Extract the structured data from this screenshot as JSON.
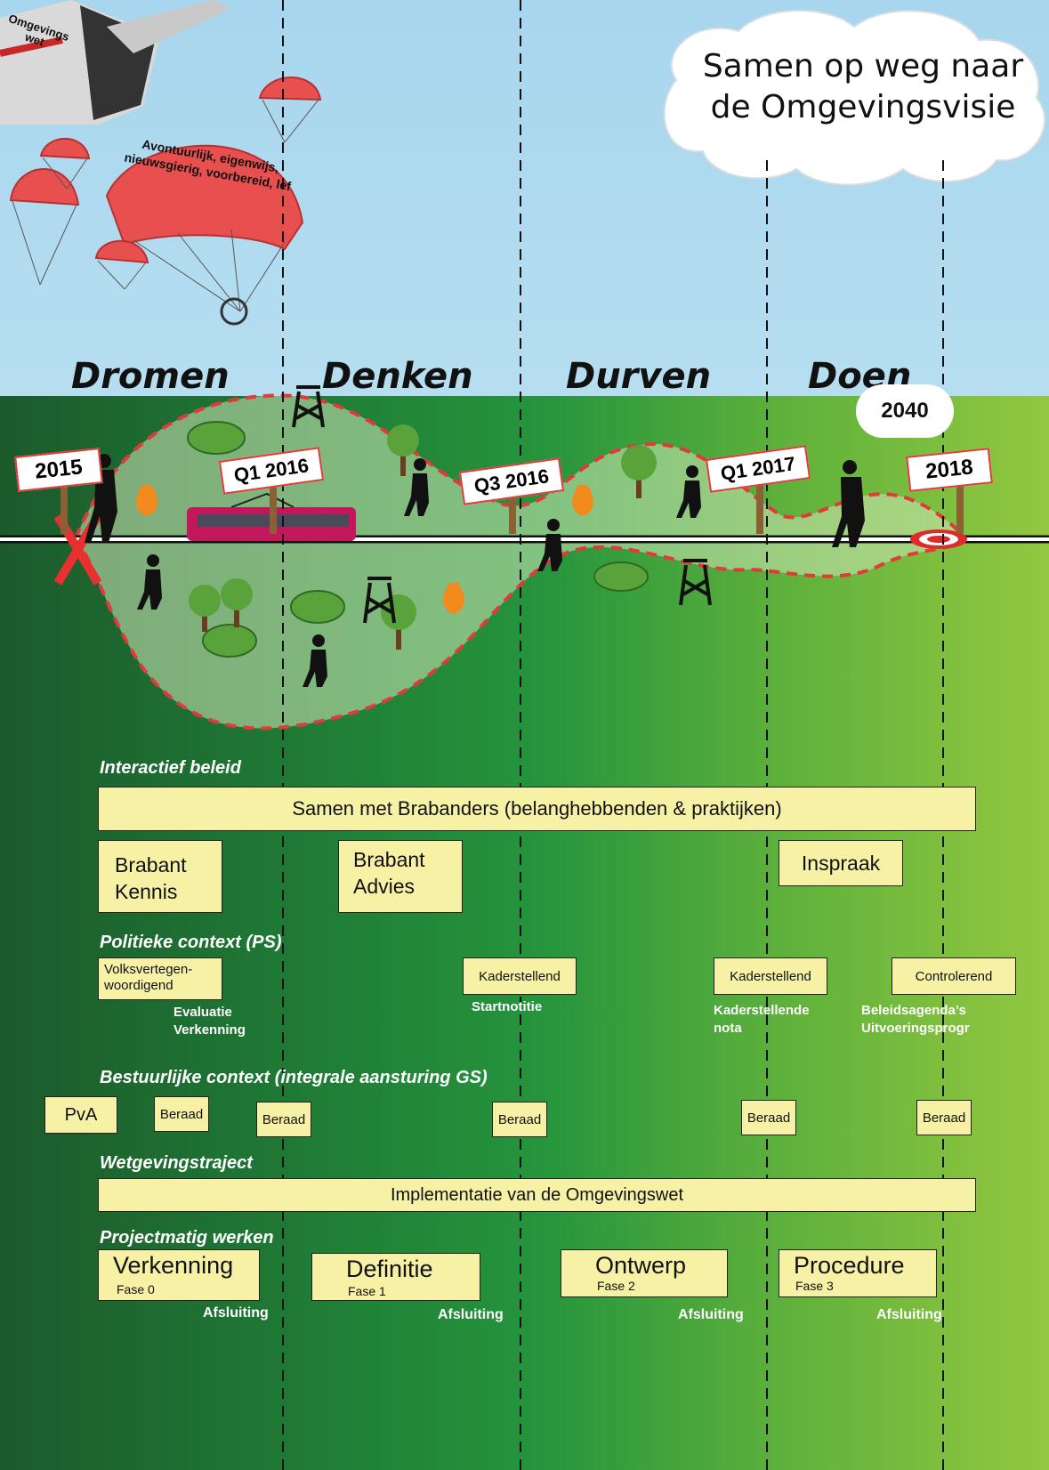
{
  "title": {
    "line1": "Samen op weg naar",
    "line2": "de Omgevingsvisie"
  },
  "phases": [
    "Dromen",
    "Denken",
    "Durven",
    "Doen"
  ],
  "milestones": [
    "2015",
    "Q1 2016",
    "Q3 2016",
    "Q1 2017",
    "2018"
  ],
  "horizon": "2040",
  "plane_label": "Omgevings wet",
  "parachute_text": "Avontuurlijk, eigenwijs, nieuwsgierig, voorbereid, lef",
  "interactief": {
    "heading": "Interactief beleid",
    "bar": "Samen met Brabanders (belanghebbenden & praktijken)",
    "kennis": "Brabant Kennis",
    "advies": "Brabant Advies",
    "inspraak": "Inspraak"
  },
  "politiek": {
    "heading": "Politieke context (PS)",
    "volks": "Volksvertegen-woordigend",
    "kader1": "Kaderstellend",
    "kader2": "Kaderstellend",
    "controlerend": "Controlerend",
    "note_evaluatie": "Evaluatie",
    "note_verkenning": "Verkenning",
    "note_startnotitie": "Startnotitie",
    "note_kader1": "Kaderstellende",
    "note_kader2": "nota",
    "note_beleid1": "Beleidsagenda’s",
    "note_beleid2": "Uitvoeringsprogr"
  },
  "bestuurlijk": {
    "heading": "Bestuurlijke context (integrale aansturing GS)",
    "pva": "PvA",
    "beraad": "Beraad"
  },
  "wetgeving": {
    "heading": "Wetgevingstraject",
    "bar": "Implementatie van de Omgevingswet"
  },
  "project": {
    "heading": "Projectmatig werken",
    "afsluiting": "Afsluiting",
    "fases": [
      {
        "name": "Verkenning",
        "sub": "Fase 0"
      },
      {
        "name": "Definitie",
        "sub": "Fase 1"
      },
      {
        "name": "Ontwerp",
        "sub": "Fase 2"
      },
      {
        "name": "Procedure",
        "sub": "Fase 3"
      }
    ]
  },
  "colors": {
    "sky": "#add8ee",
    "green_dark": "#1d5a2d",
    "green_mid": "#22913c",
    "green_light": "#8cc63f",
    "box_fill": "#f7f1a6",
    "red_accent": "#e02a2a"
  }
}
